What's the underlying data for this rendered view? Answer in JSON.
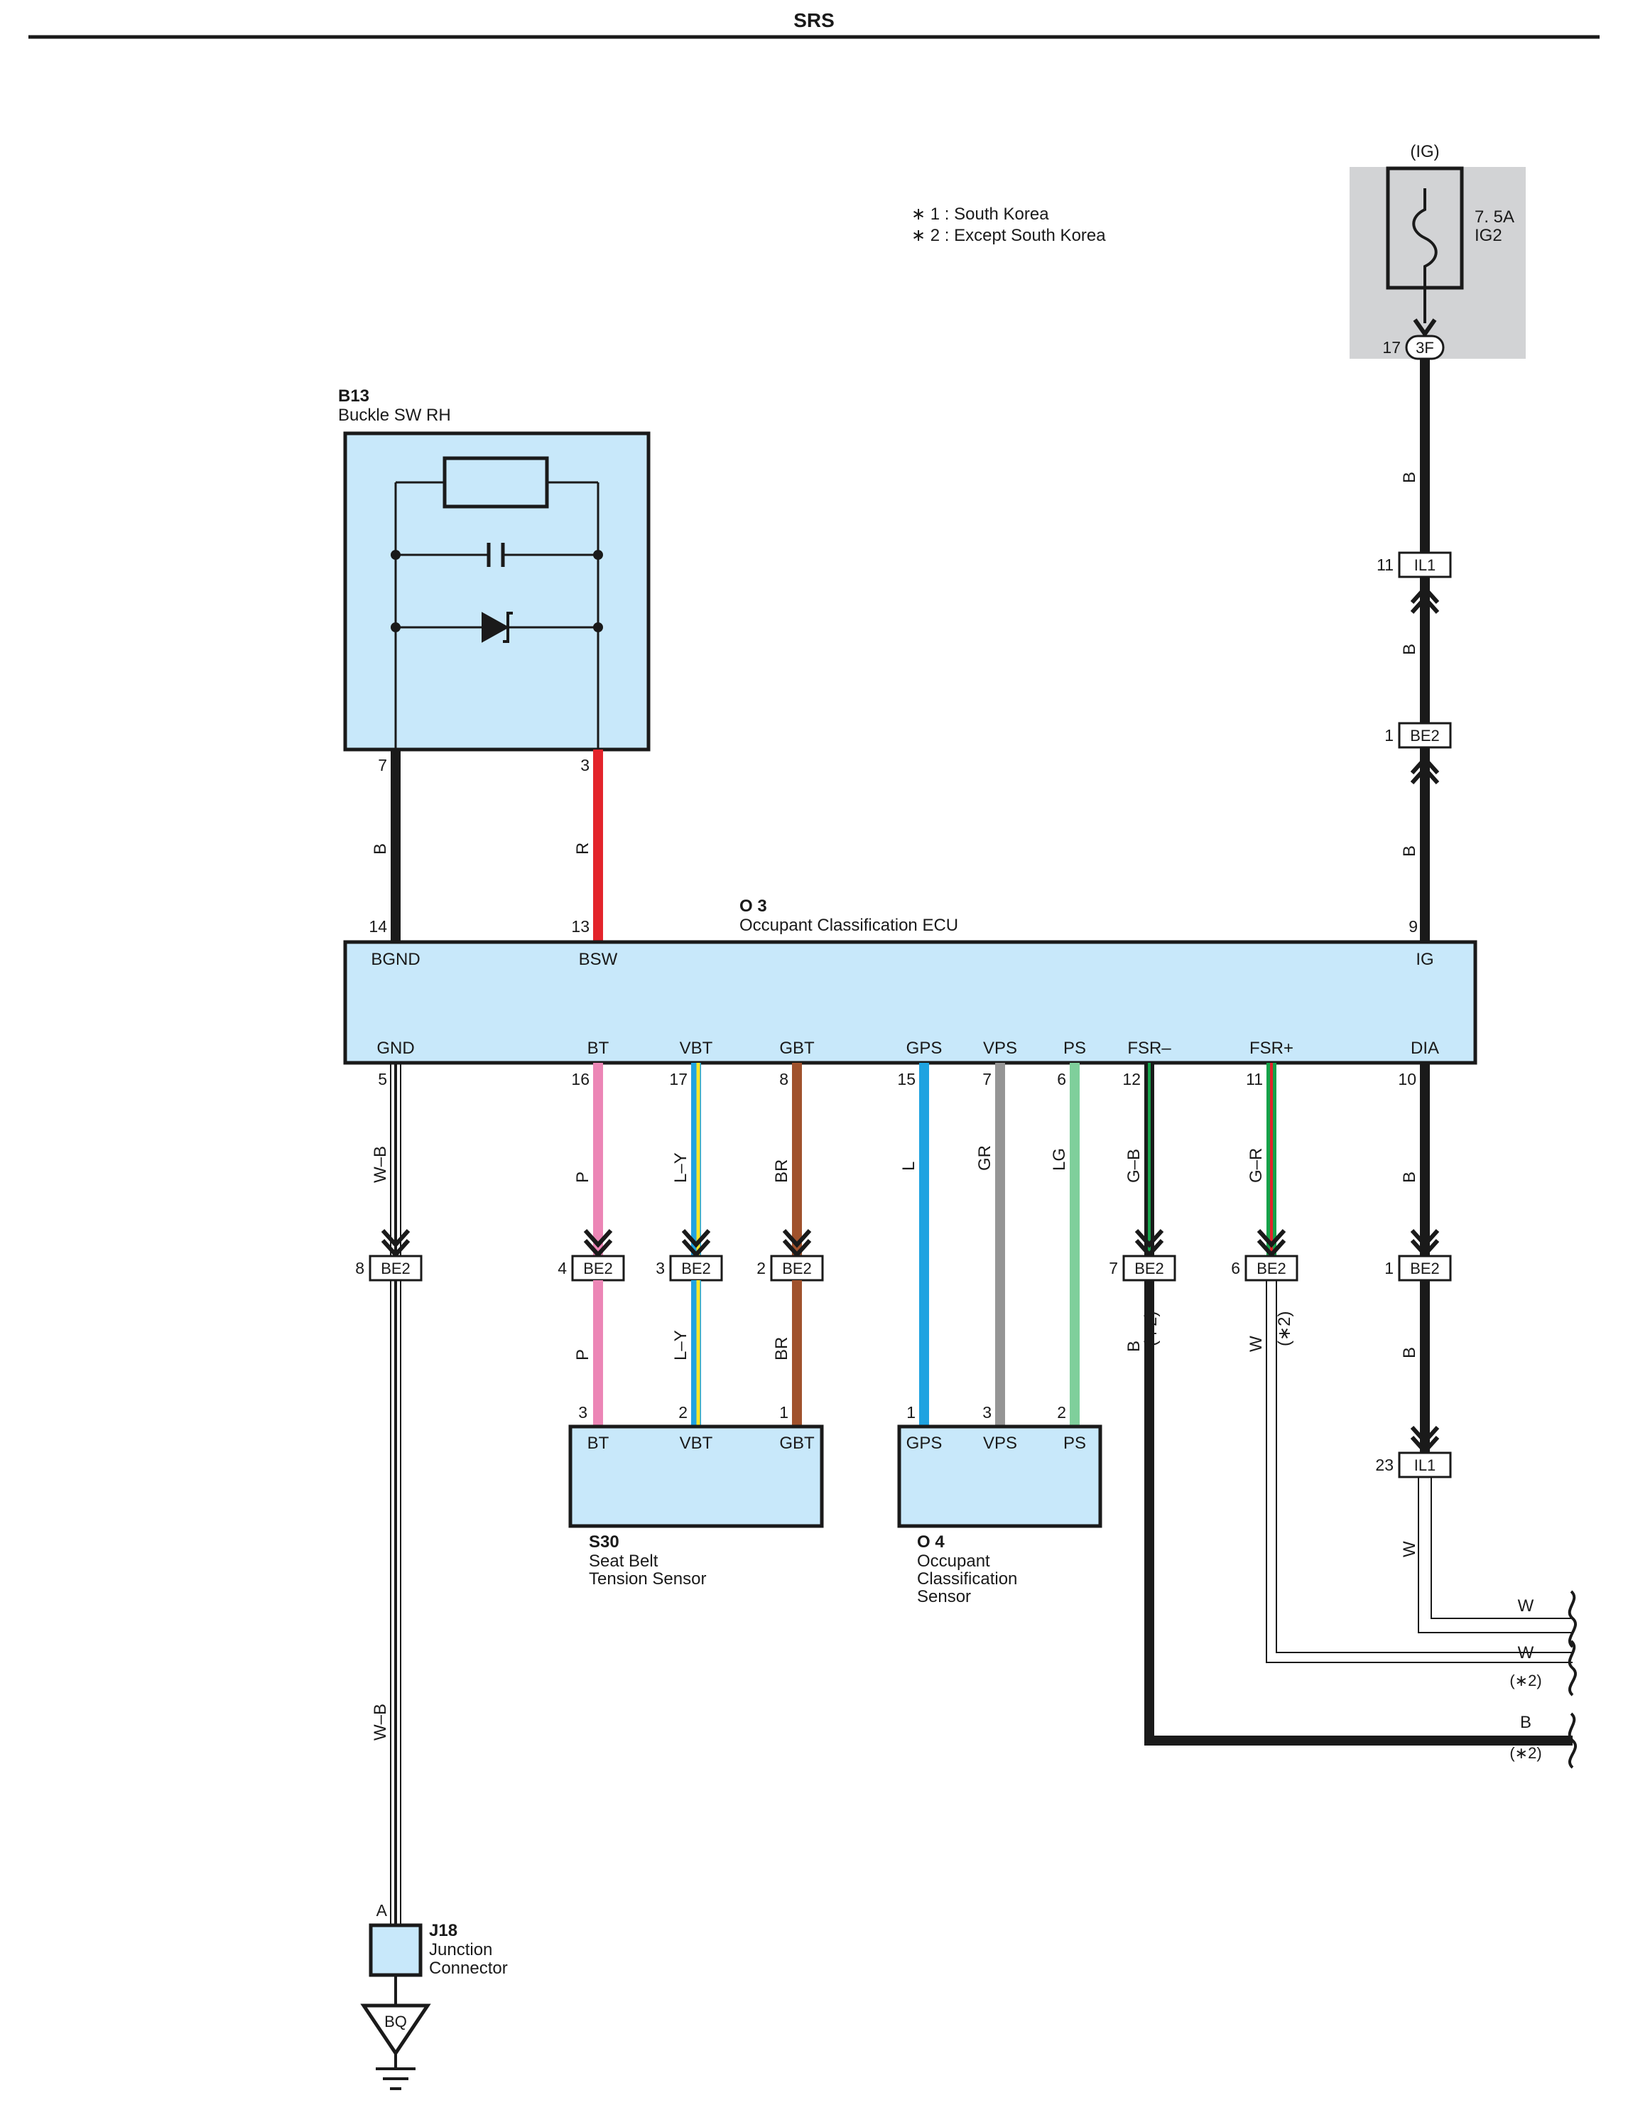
{
  "page_title": "SRS",
  "notes": {
    "note1": "∗ 1 : South Korea",
    "note2": "∗ 2 : Except South Korea"
  },
  "fuse": {
    "source": "(IG)",
    "rating": "7. 5A",
    "name": "IG2",
    "pin": "17",
    "conn": "3F"
  },
  "b13": {
    "id": "B13",
    "name": "Buckle SW RH",
    "pin_left": "7",
    "pin_right": "3",
    "wire_left_color": "B",
    "wire_right_color": "R"
  },
  "o3": {
    "id": "O 3",
    "name": "Occupant Classification ECU",
    "top_terms": [
      {
        "label": "BGND",
        "pin": "14"
      },
      {
        "label": "BSW",
        "pin": "13"
      },
      {
        "label": "IG",
        "pin": "9"
      }
    ],
    "bottom_terms": [
      {
        "label": "GND",
        "pin": "5",
        "wire": "W–B",
        "conn": "BE2",
        "conn_pin": "8",
        "lower_wire": "W–B"
      },
      {
        "label": "BT",
        "pin": "16",
        "wire": "P",
        "conn": "BE2",
        "conn_pin": "4",
        "lower_wire": "P"
      },
      {
        "label": "VBT",
        "pin": "17",
        "wire": "L–Y",
        "conn": "BE2",
        "conn_pin": "3",
        "lower_wire": "L–Y"
      },
      {
        "label": "GBT",
        "pin": "8",
        "wire": "BR",
        "conn": "BE2",
        "conn_pin": "2",
        "lower_wire": "BR"
      },
      {
        "label": "GPS",
        "pin": "15",
        "wire": "L"
      },
      {
        "label": "VPS",
        "pin": "7",
        "wire": "GR"
      },
      {
        "label": "PS",
        "pin": "6",
        "wire": "LG"
      },
      {
        "label": "FSR–",
        "pin": "12",
        "wire": "G–B",
        "conn": "BE2",
        "conn_pin": "7",
        "lower_wire": "B",
        "lower_note": "(∗2)"
      },
      {
        "label": "FSR+",
        "pin": "11",
        "wire": "G–R",
        "conn": "BE2",
        "conn_pin": "6",
        "lower_wire": "W",
        "lower_note": "(∗2)"
      },
      {
        "label": "DIA",
        "pin": "10",
        "wire": "B",
        "conn": "BE2",
        "conn_pin": "1",
        "lower_wire": "B"
      }
    ]
  },
  "ig_chain": {
    "wire1": "B",
    "il1_pin": "11",
    "il1": "IL1",
    "wire2": "B",
    "be2_pin": "1",
    "be2": "BE2",
    "wire3": "B"
  },
  "dia_chain": {
    "il1_pin": "23",
    "il1": "IL1",
    "wire_out": "W"
  },
  "s30": {
    "id": "S30",
    "name_line1": "Seat Belt",
    "name_line2": "Tension Sensor",
    "terms": [
      {
        "label": "BT",
        "pin": "3"
      },
      {
        "label": "VBT",
        "pin": "2"
      },
      {
        "label": "GBT",
        "pin": "1"
      }
    ]
  },
  "o4": {
    "id": "O 4",
    "name_line1": "Occupant",
    "name_line2": "Classification",
    "name_line3": "Sensor",
    "terms": [
      {
        "label": "GPS",
        "pin": "1"
      },
      {
        "label": "VPS",
        "pin": "3"
      },
      {
        "label": "PS",
        "pin": "2"
      }
    ]
  },
  "right_exits": [
    {
      "wire": "W",
      "note": ""
    },
    {
      "wire": "W",
      "note": "(∗2)"
    },
    {
      "wire": "B",
      "note": "(∗2)"
    }
  ],
  "j18": {
    "id": "J18",
    "name_line1": "Junction",
    "name_line2": "Connector",
    "pin": "A",
    "ground": "BQ"
  },
  "colors": {
    "component_fill": "#c8e8fa",
    "fuse_bg": "#d2d3d5",
    "black": "#1a1a1a",
    "red": "#e3242b",
    "pink": "#ec86b6",
    "blue": "#1fa3e1",
    "yellow": "#f7e629",
    "brown": "#a0522d",
    "gray": "#959595",
    "light_green": "#7fcf9b",
    "green": "#16a24a"
  }
}
